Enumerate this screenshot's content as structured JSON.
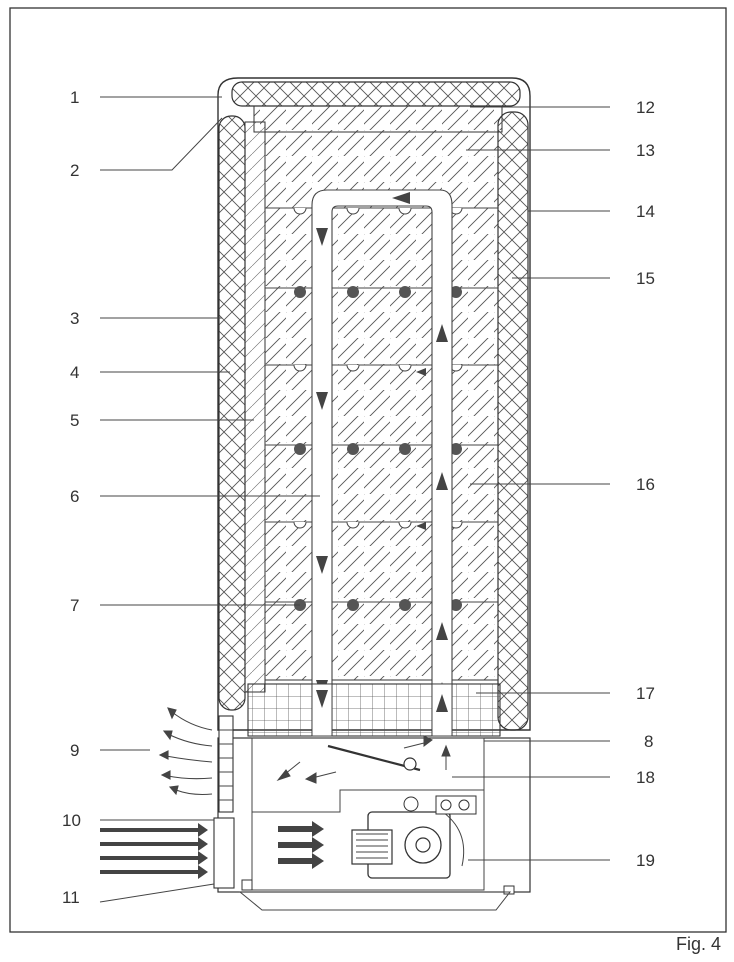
{
  "labels": {
    "left": [
      "1",
      "2",
      "3",
      "4",
      "5",
      "6",
      "7",
      "9",
      "10",
      "11"
    ],
    "right": [
      "12",
      "13",
      "14",
      "15",
      "16",
      "17",
      "8",
      "18",
      "19"
    ]
  },
  "caption": "Fig. 4"
}
